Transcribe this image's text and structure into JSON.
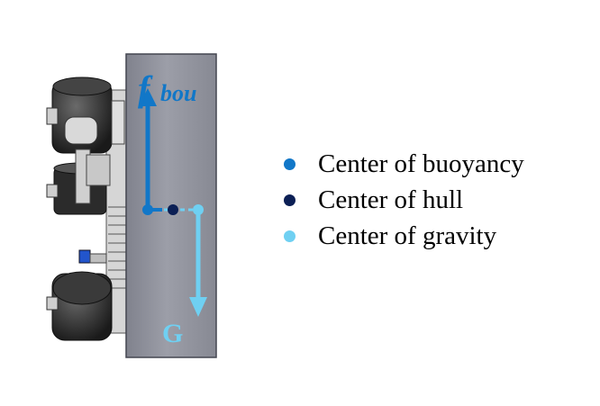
{
  "labels": {
    "buoyancy_force": "f",
    "buoyancy_subscript": "bou",
    "gravity": "G"
  },
  "legend": [
    {
      "label": "Center of buoyancy",
      "color": "#1177c8"
    },
    {
      "label": "Center of hull",
      "color": "#0b1f55"
    },
    {
      "label": "Center of gravity",
      "color": "#6fd0f2"
    }
  ],
  "colors": {
    "buoyancy": "#1177c8",
    "hull_center": "#0b1f55",
    "gravity": "#6fd0f2",
    "hull_panel": "#8d8f99"
  }
}
